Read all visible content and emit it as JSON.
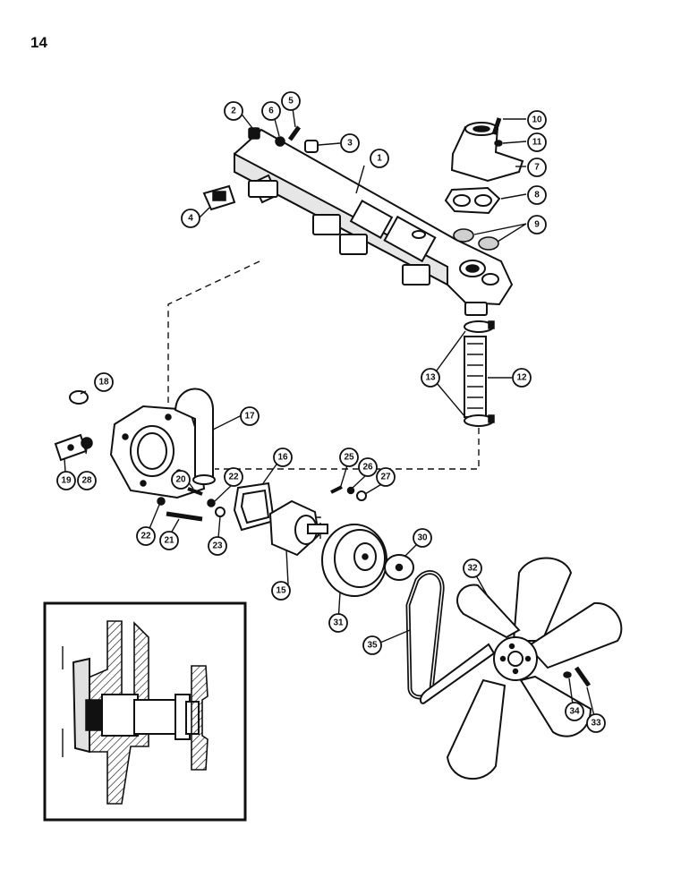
{
  "page": {
    "number": "14"
  },
  "callouts": [
    {
      "id": "c1",
      "label": "1"
    },
    {
      "id": "c2",
      "label": "2"
    },
    {
      "id": "c3",
      "label": "3"
    },
    {
      "id": "c4",
      "label": "4"
    },
    {
      "id": "c5",
      "label": "5"
    },
    {
      "id": "c6",
      "label": "6"
    },
    {
      "id": "c7",
      "label": "7"
    },
    {
      "id": "c8",
      "label": "8"
    },
    {
      "id": "c9",
      "label": "9"
    },
    {
      "id": "c10",
      "label": "10"
    },
    {
      "id": "c11",
      "label": "11"
    },
    {
      "id": "c12",
      "label": "12"
    },
    {
      "id": "c13",
      "label": "13"
    },
    {
      "id": "c15",
      "label": "15"
    },
    {
      "id": "c16",
      "label": "16"
    },
    {
      "id": "c17",
      "label": "17"
    },
    {
      "id": "c18",
      "label": "18"
    },
    {
      "id": "c19",
      "label": "19"
    },
    {
      "id": "c20",
      "label": "20"
    },
    {
      "id": "c21",
      "label": "21"
    },
    {
      "id": "c22a",
      "label": "22"
    },
    {
      "id": "c22b",
      "label": "22"
    },
    {
      "id": "c23",
      "label": "23"
    },
    {
      "id": "c25",
      "label": "25"
    },
    {
      "id": "c26",
      "label": "26"
    },
    {
      "id": "c27",
      "label": "27"
    },
    {
      "id": "c28",
      "label": "28"
    },
    {
      "id": "c30",
      "label": "30"
    },
    {
      "id": "c31",
      "label": "31"
    },
    {
      "id": "c32",
      "label": "32"
    },
    {
      "id": "c33",
      "label": "33"
    },
    {
      "id": "c34",
      "label": "34"
    },
    {
      "id": "c35",
      "label": "35"
    }
  ]
}
